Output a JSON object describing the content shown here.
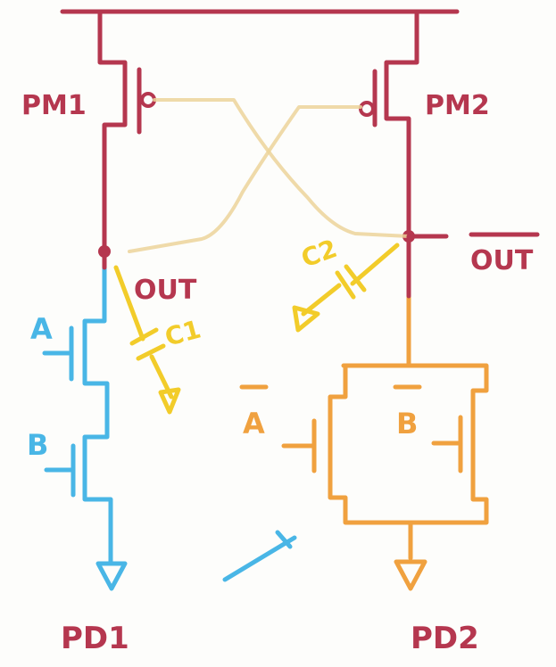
{
  "colors": {
    "pullup": "#b5374f",
    "pulldown1": "#49b6e6",
    "pulldown2": "#f0a13f",
    "capacitor": "#f2cc2a",
    "cross_wire": "#ecd39a"
  },
  "labels": {
    "pmos1": "PM1",
    "pmos2": "PM2",
    "out": "OUT",
    "out_bar": "OUT",
    "cap1": "C1",
    "cap2": "C2",
    "input_a": "A",
    "input_b": "B",
    "input_a_bar": "A",
    "input_b_bar": "B",
    "pd1": "PD1",
    "pd2": "PD2"
  }
}
